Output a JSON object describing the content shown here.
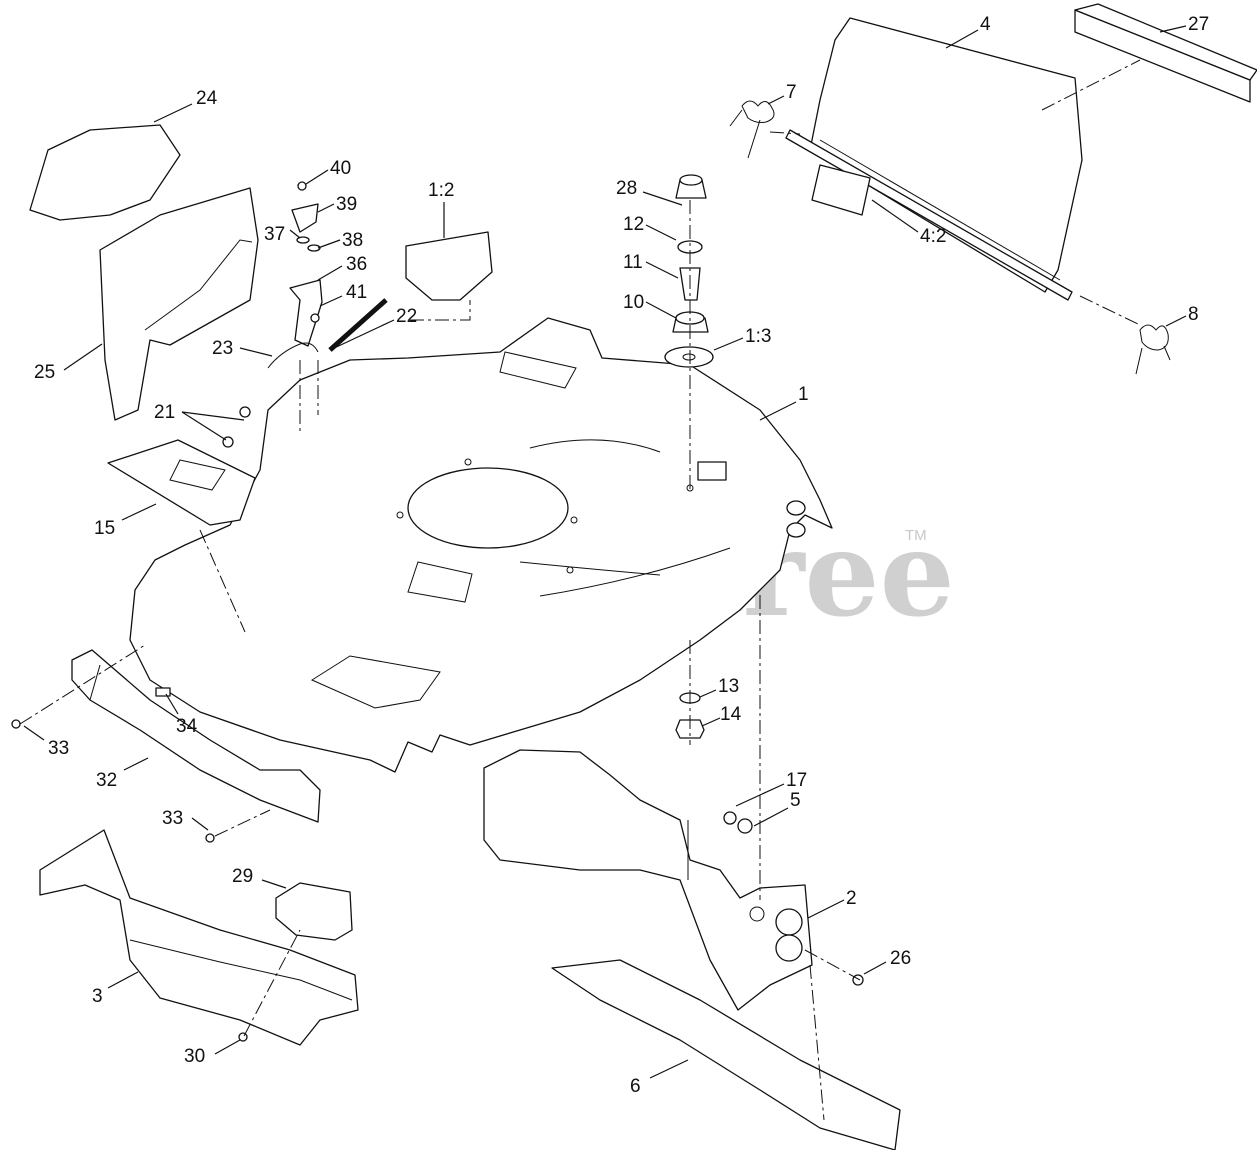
{
  "watermark": {
    "text": "PartsTree",
    "trademark": "TM"
  },
  "callouts": [
    {
      "id": "c1",
      "label": "1"
    },
    {
      "id": "c1-2",
      "label": "1:2"
    },
    {
      "id": "c1-3",
      "label": "1:3"
    },
    {
      "id": "c2",
      "label": "2"
    },
    {
      "id": "c3",
      "label": "3"
    },
    {
      "id": "c4",
      "label": "4"
    },
    {
      "id": "c4-2",
      "label": "4:2"
    },
    {
      "id": "c5",
      "label": "5"
    },
    {
      "id": "c6",
      "label": "6"
    },
    {
      "id": "c7",
      "label": "7"
    },
    {
      "id": "c8",
      "label": "8"
    },
    {
      "id": "c10",
      "label": "10"
    },
    {
      "id": "c11",
      "label": "11"
    },
    {
      "id": "c12",
      "label": "12"
    },
    {
      "id": "c13",
      "label": "13"
    },
    {
      "id": "c14",
      "label": "14"
    },
    {
      "id": "c15",
      "label": "15"
    },
    {
      "id": "c17",
      "label": "17"
    },
    {
      "id": "c21",
      "label": "21"
    },
    {
      "id": "c22",
      "label": "22"
    },
    {
      "id": "c23",
      "label": "23"
    },
    {
      "id": "c24",
      "label": "24"
    },
    {
      "id": "c25",
      "label": "25"
    },
    {
      "id": "c26",
      "label": "26"
    },
    {
      "id": "c27",
      "label": "27"
    },
    {
      "id": "c28",
      "label": "28"
    },
    {
      "id": "c29",
      "label": "29"
    },
    {
      "id": "c30",
      "label": "30"
    },
    {
      "id": "c32",
      "label": "32"
    },
    {
      "id": "c33a",
      "label": "33"
    },
    {
      "id": "c33b",
      "label": "33"
    },
    {
      "id": "c34",
      "label": "34"
    },
    {
      "id": "c36",
      "label": "36"
    },
    {
      "id": "c37",
      "label": "37"
    },
    {
      "id": "c38",
      "label": "38"
    },
    {
      "id": "c39",
      "label": "39"
    },
    {
      "id": "c40",
      "label": "40"
    },
    {
      "id": "c41",
      "label": "41"
    }
  ]
}
